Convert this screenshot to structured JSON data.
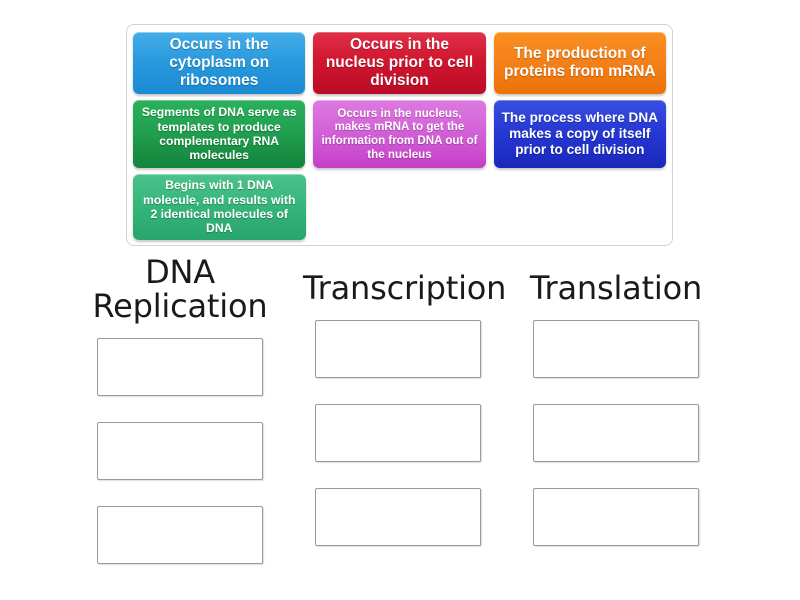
{
  "tile_bank": {
    "name": "answer-tile-bank",
    "tiles": [
      {
        "id": "tile-cytoplasm-ribosomes",
        "color": "#2a9ade",
        "text": "Occurs in the cytoplasm on ribosomes"
      },
      {
        "id": "tile-nucleus-prior-division",
        "color": "#d1172f",
        "text": "Occurs in the nucleus prior to cell division"
      },
      {
        "id": "tile-production-of-proteins",
        "color": "#f5811a",
        "text": "The production of proteins from mRNA"
      },
      {
        "id": "tile-segments-of-dna",
        "color": "#21a050",
        "text": "Segments of DNA serve as templates to produce complementary RNA molecules"
      },
      {
        "id": "tile-occurs-in-nucleus-mrna",
        "color": "#d462d8",
        "text": "Occurs in the nucleus, makes mRNA to get the information from DNA out of the nucleus"
      },
      {
        "id": "tile-process-dna-copy",
        "color": "#2639d4",
        "text": "The process where DNA makes a copy of itself prior to cell division"
      },
      {
        "id": "tile-begins-with-1-dna",
        "color": "#37b67c",
        "text": "Begins with 1 DNA molecule, and results with 2 identical molecules of DNA"
      }
    ]
  },
  "columns": [
    {
      "id": "column-dna-replication",
      "title": "DNA Replication",
      "slot_count": 3,
      "slots": [
        "",
        "",
        ""
      ]
    },
    {
      "id": "column-transcription",
      "title": "Transcription",
      "slot_count": 3,
      "slots": [
        "",
        "",
        ""
      ]
    },
    {
      "id": "column-translation",
      "title": "Translation",
      "slot_count": 3,
      "slots": [
        "",
        "",
        ""
      ]
    }
  ],
  "colors": {
    "page_background": "#ffffff",
    "bank_border": "#d3d3d3",
    "slot_border": "#9a9a9a",
    "title_text": "#1a1a1a",
    "tile_text": "#ffffff"
  }
}
